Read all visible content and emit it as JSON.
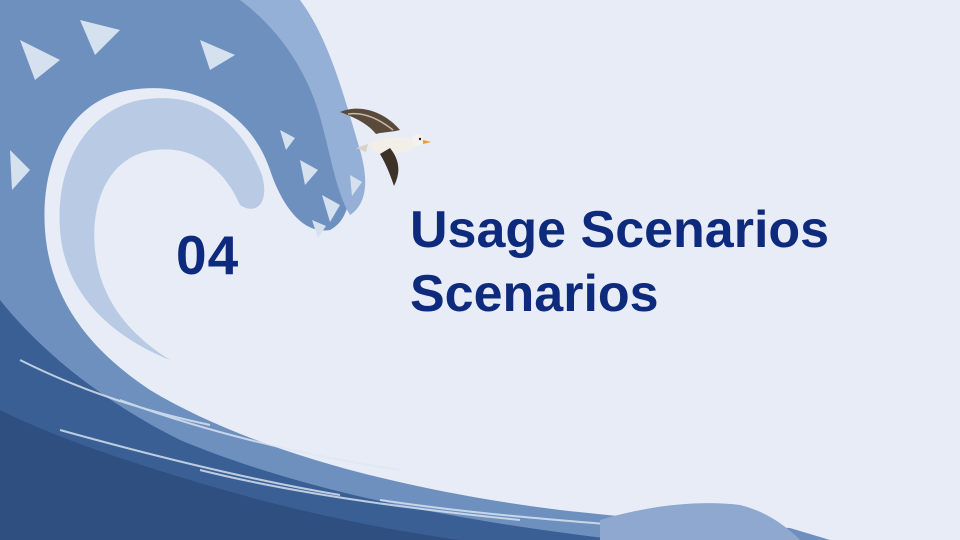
{
  "slide": {
    "number": "04",
    "title_line1": "Usage Scenarios",
    "title_line2": "Scenarios"
  },
  "colors": {
    "background": "#e7ecf6",
    "title": "#0d2a7d",
    "wave_dark": "#3a5f94",
    "wave_mid": "#6e90bf",
    "wave_light": "#b9cbe4"
  },
  "illustration": {
    "subject": "ocean-wave-with-seagull"
  }
}
